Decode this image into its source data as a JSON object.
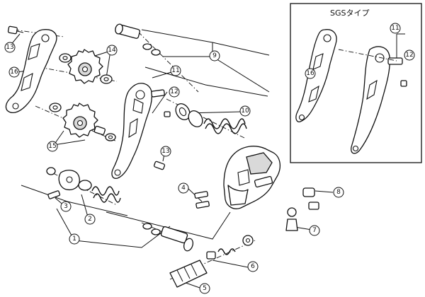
{
  "inset": {
    "title": "SGSタイプ"
  },
  "callouts": {
    "c1": "1",
    "c2": "2",
    "c3": "3",
    "c4": "4",
    "c5": "5",
    "c6": "6",
    "c7": "7",
    "c8": "8",
    "c9": "9",
    "c10": "10",
    "c11": "11",
    "c12": "12",
    "c13": "13",
    "c13b": "13",
    "c14": "14",
    "c15": "15",
    "c16": "16",
    "c11_inset": "11",
    "c12_inset": "12",
    "c16_inset": "16"
  }
}
